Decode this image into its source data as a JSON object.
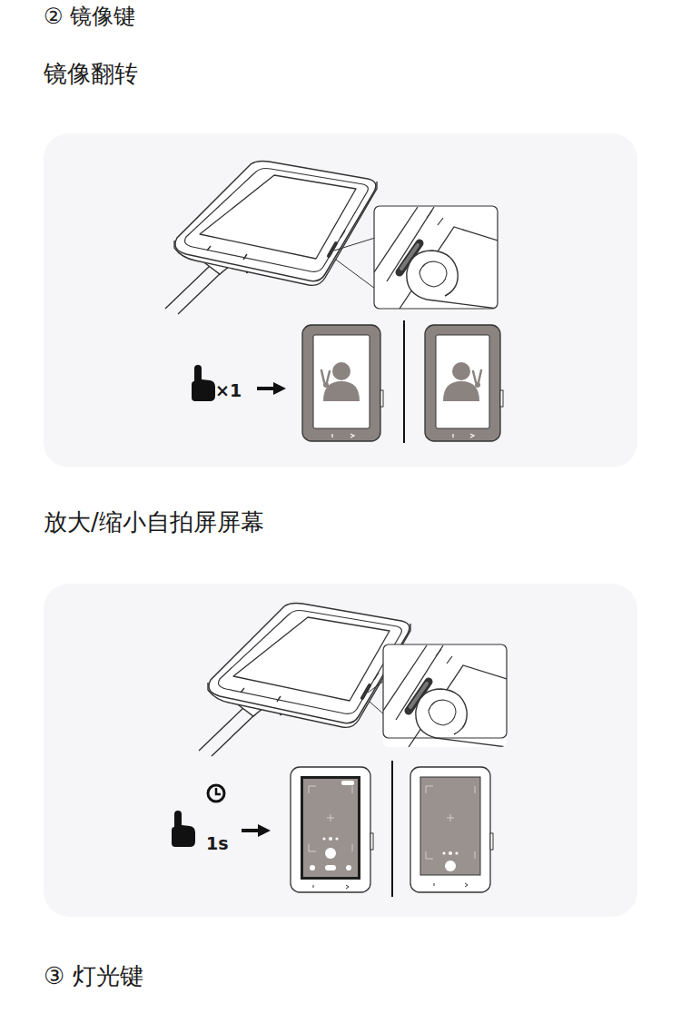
{
  "diagram": {
    "title": "② 镜像键",
    "nodes": [
      {
        "text": [
          "×1"
        ]
      },
      {
        "text": [
          "1s"
        ]
      }
    ],
    "labels": [
      "镜像翻转",
      "放大/缩小自拍屏屏幕",
      "③ 灯光键"
    ]
  }
}
